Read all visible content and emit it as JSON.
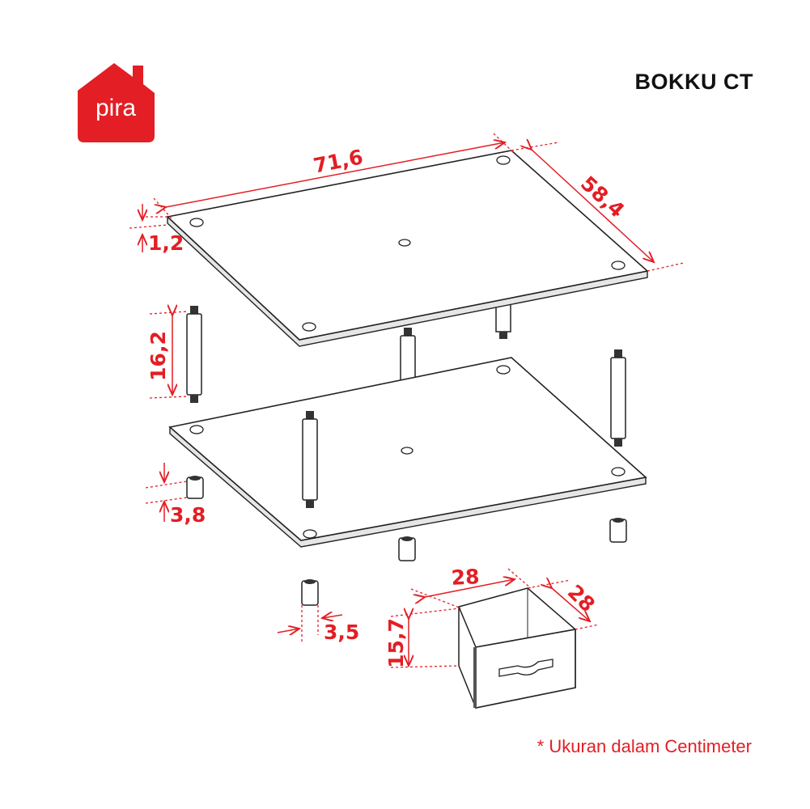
{
  "brand": {
    "logo_text": "pira",
    "color": "#e31e24"
  },
  "product_name": "BOKKU CT",
  "dimensions": {
    "top_width": "71,6",
    "top_depth": "58,4",
    "board_thickness": "1,2",
    "post_height": "16,2",
    "foot_height": "3,8",
    "foot_diameter": "3,5",
    "drawer_width": "28",
    "drawer_depth": "28",
    "drawer_height": "15,7"
  },
  "footnote": "* Ukuran dalam Centimeter"
}
